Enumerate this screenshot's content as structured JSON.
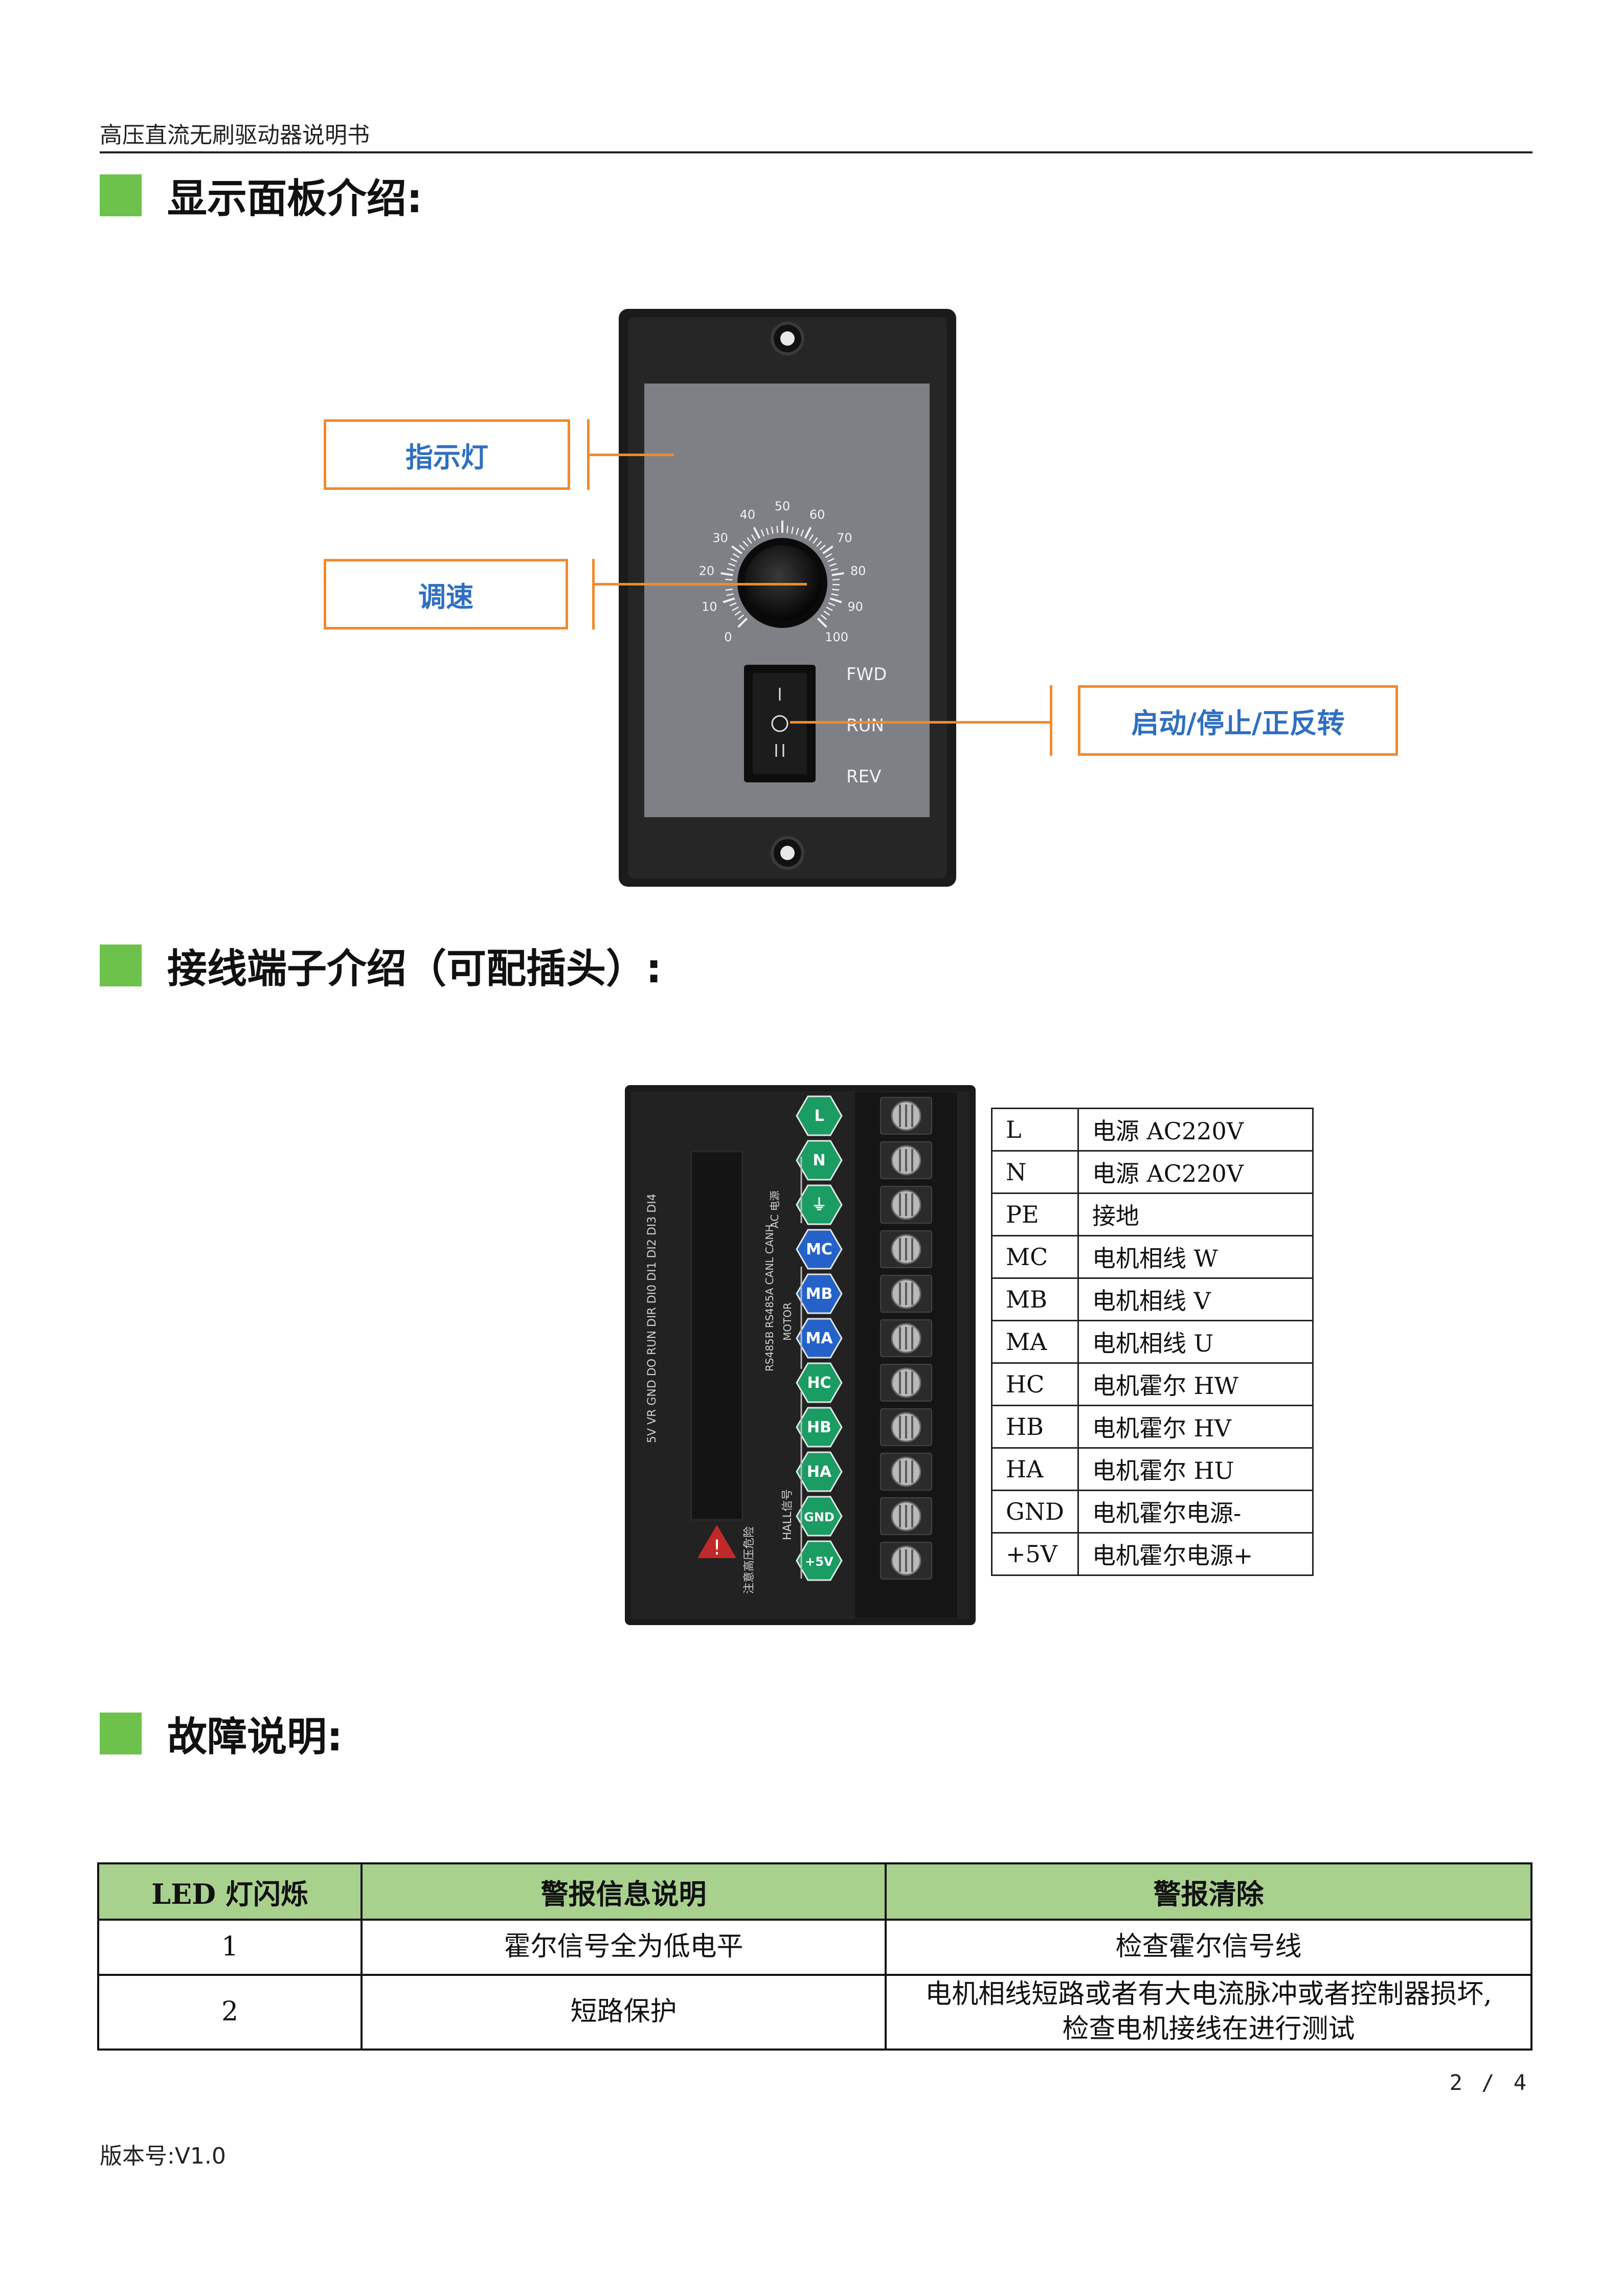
{
  "header": {
    "title": "高压直流无刷驱动器说明书"
  },
  "sections": {
    "display_panel": "显示面板介绍:",
    "terminals": "接线端子介绍（可配插头）:",
    "faults": "故障说明:"
  },
  "panel": {
    "callouts": {
      "indicator": "指示灯",
      "speed": "调速",
      "switch": "启动/停止/正反转"
    },
    "dial_ticks": [
      "0",
      "10",
      "20",
      "30",
      "40",
      "50",
      "60",
      "70",
      "80",
      "90",
      "100"
    ],
    "switch_labels": {
      "fwd": "FWD",
      "run": "RUN",
      "rev": "REV"
    }
  },
  "terminal_block": {
    "labels": [
      "L",
      "N",
      "⏚",
      "MC",
      "MB",
      "MA",
      "HC",
      "HB",
      "HA",
      "GND",
      "+5V"
    ],
    "side_texts": {
      "ac": "AC 电源",
      "motor": "MOTOR",
      "hall": "HALL信号",
      "warning": "注意高压危险"
    },
    "io_text": "5V VR GND DO RUN DIR DI0 DI1 DI2 DI3 DI4",
    "comm_text": "RS485B RS485A CANL CANH"
  },
  "terminal_table": [
    {
      "pin": "L",
      "desc": "电源  AC220V"
    },
    {
      "pin": "N",
      "desc": "电源  AC220V"
    },
    {
      "pin": "PE",
      "desc": "接地"
    },
    {
      "pin": "MC",
      "desc": "电机相线  W"
    },
    {
      "pin": "MB",
      "desc": "电机相线  V"
    },
    {
      "pin": "MA",
      "desc": "电机相线  U"
    },
    {
      "pin": "HC",
      "desc": "电机霍尔  HW"
    },
    {
      "pin": "HB",
      "desc": "电机霍尔  HV"
    },
    {
      "pin": "HA",
      "desc": "电机霍尔  HU"
    },
    {
      "pin": "GND",
      "desc": "电机霍尔电源-"
    },
    {
      "pin": "+5V",
      "desc": "电机霍尔电源+"
    }
  ],
  "fault_table": {
    "headers": [
      "LED 灯闪烁",
      "警报信息说明",
      "警报清除"
    ],
    "rows": [
      [
        "1",
        "霍尔信号全为低电平",
        "检查霍尔信号线"
      ],
      [
        "2",
        "短路保护",
        "电机相线短路或者有大电流脉冲或者控制器损坏,检查电机接线在进行测试"
      ]
    ]
  },
  "footer": {
    "page": "2 / 4",
    "version": "版本号:V1.0"
  },
  "colors": {
    "accent_green": "#6cc24a",
    "table_header": "#a9d18e",
    "callout_border": "#f08a2e",
    "callout_text": "#2f6fc1"
  }
}
